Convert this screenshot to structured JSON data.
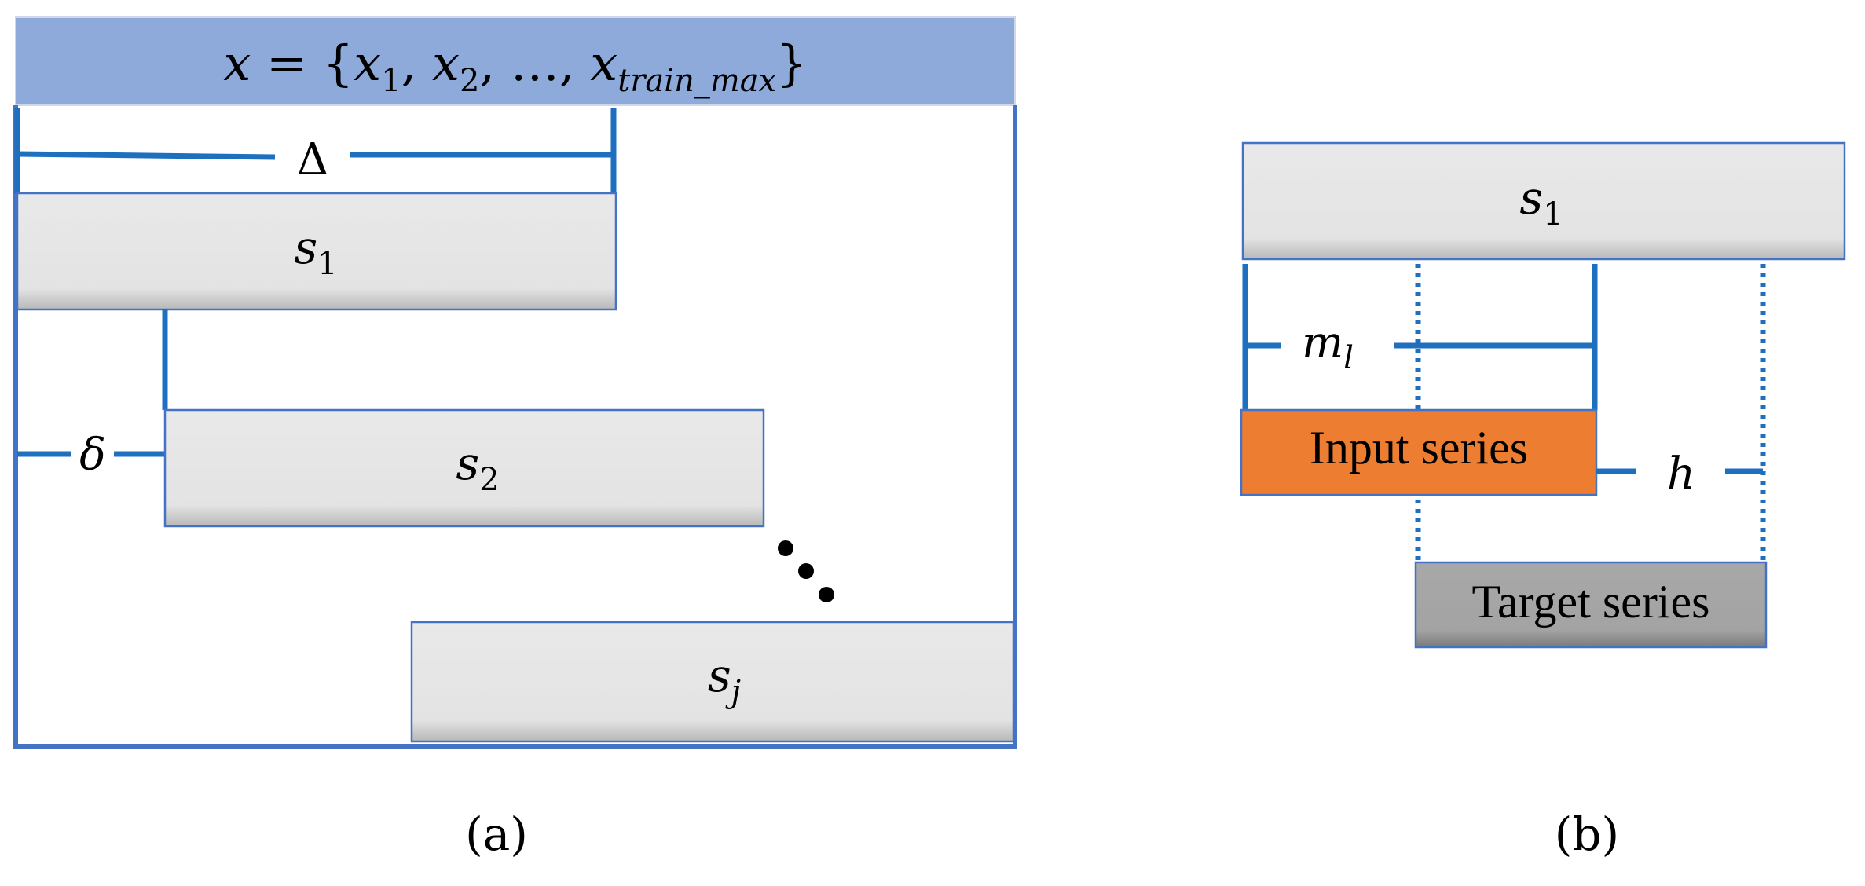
{
  "panel_a": {
    "header": {
      "lhs": "x",
      "eq": " = {",
      "items": [
        {
          "var": "x",
          "sub": "1",
          "sep": ", "
        },
        {
          "var": "x",
          "sub": "2",
          "sep": ", …, "
        },
        {
          "var": "x",
          "sub": "train_max",
          "sep": ""
        }
      ],
      "close": "}"
    },
    "window_label": "Δ",
    "stride_label": "δ",
    "segments": [
      {
        "var": "s",
        "sub": "1"
      },
      {
        "var": "s",
        "sub": "2"
      },
      {
        "var": "s",
        "sub": "j"
      }
    ],
    "ellipsis": "…",
    "caption": "(a)"
  },
  "panel_b": {
    "segment": {
      "var": "s",
      "sub": "1"
    },
    "input_len_label": {
      "var": "m",
      "sub": "l"
    },
    "horizon_label": "h",
    "input_box": "Input series",
    "target_box": "Target series",
    "caption": "(b)",
    "colors": {
      "input": "#ed7d31",
      "target": "#a6a6a6",
      "segment": "#e6e6e6",
      "header": "#8eaadb",
      "line": "#1f6fbf"
    }
  }
}
